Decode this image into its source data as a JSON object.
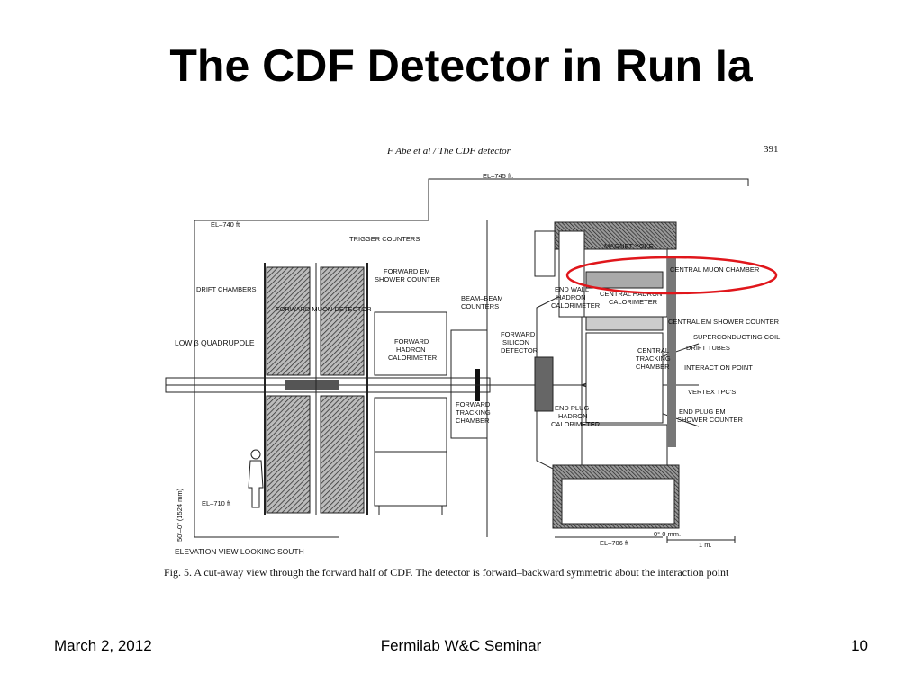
{
  "slide": {
    "title": "The CDF Detector in Run Ia"
  },
  "figure": {
    "header": "F Abe et al / The CDF detector",
    "page_number": "391",
    "labels": {
      "el_745": "EL–745 ft.",
      "el_740": "EL–740 ft",
      "el_710": "EL–710 ft",
      "el_706": "EL–706 ft",
      "trigger_counters": "TRIGGER COUNTERS",
      "drift_chambers": "DRIFT CHAMBERS",
      "forward_muon_detector": "FORWARD MUON DETECTOR",
      "forward_em_1": "FORWARD  EM",
      "forward_em_2": "SHOWER COUNTER",
      "beam_beam_1": "BEAM–BEAM",
      "beam_beam_2": "COUNTERS",
      "low_beta": "LOW  β  QUADRUPOLE",
      "fwd_hadron_1": "FORWARD",
      "fwd_hadron_2": "HADRON",
      "fwd_hadron_3": "CALORIMETER",
      "fwd_silicon_1": "FORWARD",
      "fwd_silicon_2": "SILICON",
      "fwd_silicon_3": "DETECTOR",
      "fwd_tracking_1": "FORWARD",
      "fwd_tracking_2": "TRACKING",
      "fwd_tracking_3": "CHAMBER",
      "magnet_yoke": "MAGNET YOKE",
      "central_muon_chamber": "CENTRAL  MUON CHAMBER",
      "end_wall_1": "END WALL",
      "end_wall_2": "HADRON",
      "end_wall_3": "CALORIMETER",
      "central_hadron_1": "CENTRAL  HADRON",
      "central_hadron_2": "CALORIMETER",
      "central_em": "CENTRAL  EM  SHOWER COUNTER",
      "superconducting_coil": "SUPERCONDUCTING COIL",
      "drift_tubes": "DRIFT TUBES",
      "central_tracking_1": "CENTRAL",
      "central_tracking_2": "TRACKING",
      "central_tracking_3": "CHAMBER",
      "interaction_point": "INTERACTION POINT",
      "vertex_tpcs": "VERTEX  TPC'S",
      "end_plug_hadron_1": "END PLUG",
      "end_plug_hadron_2": "HADRON",
      "end_plug_hadron_3": "CALORIMETER",
      "end_plug_em_1": "END PLUG  EM",
      "end_plug_em_2": "SHOWER COUNTER",
      "scale_zero": "0° 0  mm.",
      "scale_1m": "1 m.",
      "height_dim": "50'–0\" (1524 mm)",
      "elevation_view": "ELEVATION VIEW LOOKING SOUTH"
    },
    "caption": "Fig. 5. A cut-away view through the forward half of CDF. The detector is forward–backward symmetric about the interaction point",
    "highlight_color": "#e0161b"
  },
  "footer": {
    "date": "March 2, 2012",
    "center": "Fermilab W&C Seminar",
    "page": "10"
  }
}
